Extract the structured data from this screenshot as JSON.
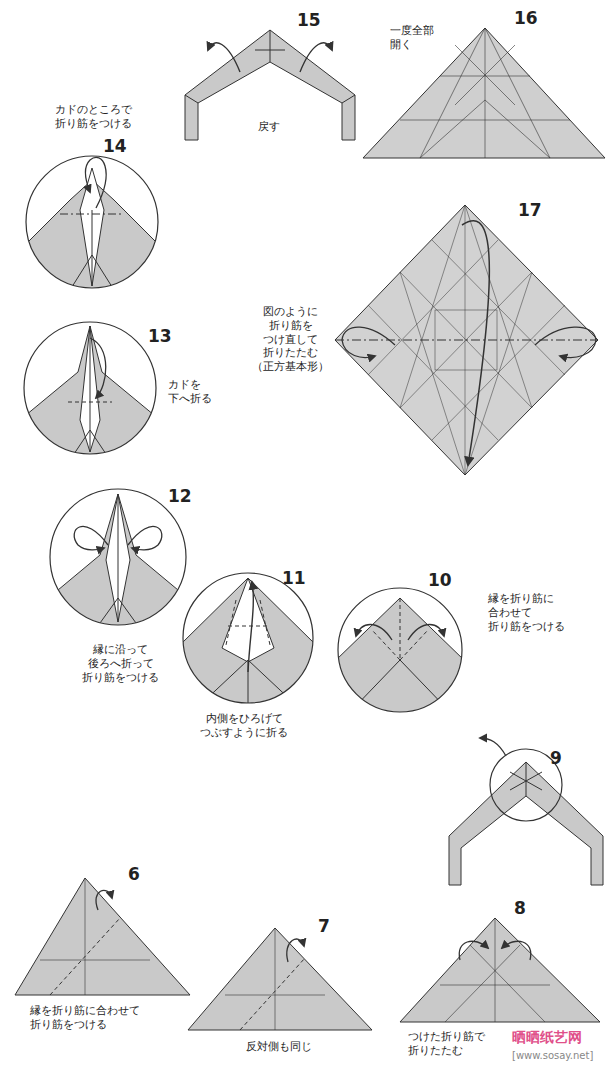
{
  "diagram": {
    "labels": [
      "15",
      "16",
      "一度全部 開く",
      "カドのところで 折り筋をつける",
      "14",
      "戻す",
      "17",
      "図のように 折り筋を つけ直して 折りたたむ （正方基本形）",
      "13",
      "カドを 下へ折る",
      "12",
      "縁に沿って 後ろへ折って 折り筋をつける",
      "11",
      "10",
      "縁を折り筋に 合わせて 折り筋をつける",
      "内側をひろげて つぶすように折る",
      "9",
      "6",
      "7",
      "8",
      "縁を折り筋に合わせて 折り筋をつける",
      "反対側も同じ",
      "つけた折り筋で 折りたたむ",
      "晒晒纸艺网",
      "[www.sosay.net]"
    ]
  }
}
